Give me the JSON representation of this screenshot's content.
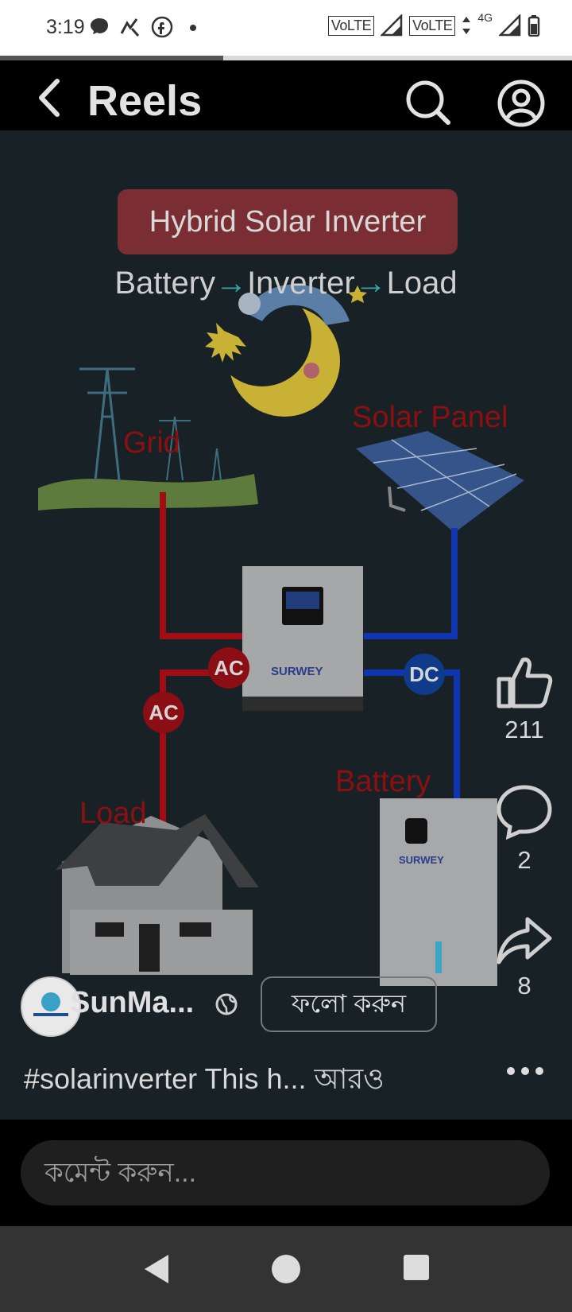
{
  "status": {
    "time": "3:19",
    "volte1": "VoLTE",
    "volte2": "VoLTE",
    "net": "4G"
  },
  "progress": {
    "fraction": 0.39
  },
  "appbar": {
    "title": "Reels"
  },
  "video": {
    "title": "Hybrid Solar Inverter",
    "subtitle": {
      "a": "Battery",
      "b": "Inverter",
      "c": "Load"
    },
    "labels": {
      "grid": "Grid",
      "solar": "Solar Panel",
      "battery": "Battery",
      "load": "Load"
    },
    "badges": {
      "ac1": "AC",
      "ac2": "AC",
      "dc": "DC"
    },
    "brand": "SURWEY"
  },
  "actions": {
    "likes": "211",
    "comments": "2",
    "shares": "8"
  },
  "channel": {
    "name": "SunMa...",
    "follow_label": "ফলো করুন"
  },
  "caption": {
    "text": "#solarinverter This h...",
    "more": "আরও"
  },
  "comment": {
    "placeholder": "কমেন্ট করুন..."
  },
  "colors": {
    "wire_ac": "#a00d12",
    "wire_dc": "#1035b0",
    "title_bg": "#7a2e33"
  }
}
